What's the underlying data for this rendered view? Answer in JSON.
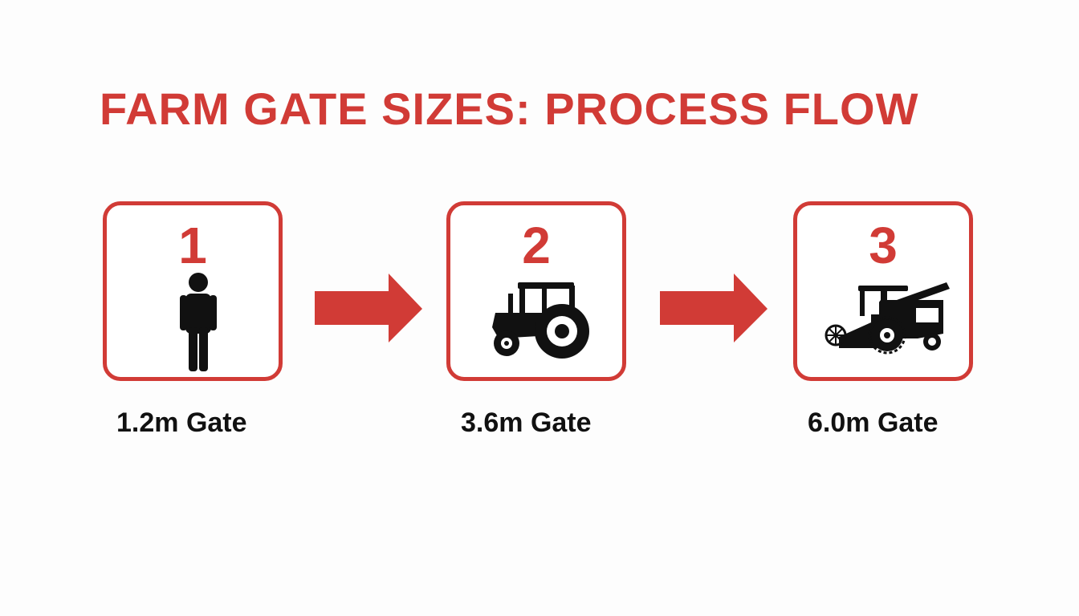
{
  "title": "FARM GATE SIZES: PROCESS FLOW",
  "colors": {
    "accent": "#d13b36",
    "icon": "#111111",
    "label": "#111111"
  },
  "steps": [
    {
      "number": "1",
      "icon": "person-icon",
      "label": "1.2m Gate"
    },
    {
      "number": "2",
      "icon": "tractor-icon",
      "label": "3.6m Gate"
    },
    {
      "number": "3",
      "icon": "combine-harvester-icon",
      "label": "6.0m Gate"
    }
  ],
  "connectors": [
    "arrow-right-icon",
    "arrow-right-icon"
  ]
}
